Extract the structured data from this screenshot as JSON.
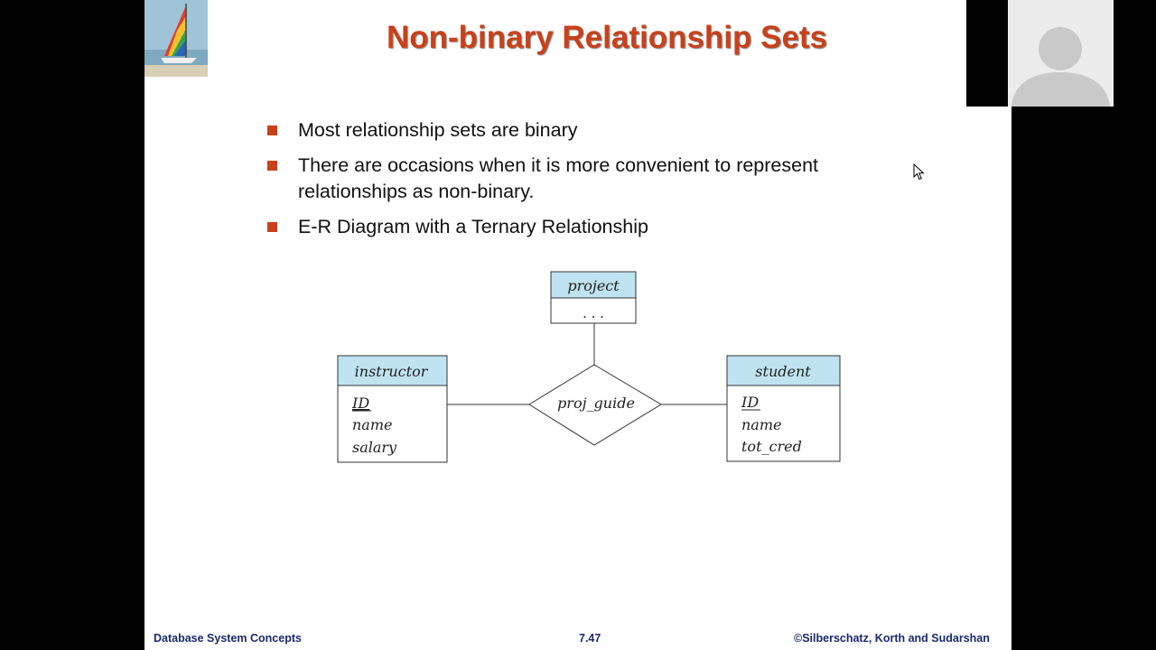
{
  "slide": {
    "title": "Non-binary Relationship Sets",
    "bullets": [
      "Most relationship sets are binary",
      "There are  occasions when it is more convenient to represent relationships as non-binary.",
      "E-R Diagram with a Ternary Relationship"
    ],
    "footer": {
      "left": "Database System Concepts",
      "center": "7.47",
      "right": "©Silberschatz, Korth and Sudarshan"
    }
  },
  "diagram": {
    "entities": {
      "project": {
        "name": "project",
        "attributes": [
          ". . ."
        ]
      },
      "instructor": {
        "name": "instructor",
        "attributes": [
          "ID",
          "name",
          "salary"
        ],
        "key": "ID"
      },
      "student": {
        "name": "student",
        "attributes": [
          "ID",
          "name",
          "tot_cred"
        ],
        "key": "ID"
      }
    },
    "relationship": "proj_guide"
  },
  "colors": {
    "title": "#c8411b",
    "bullet": "#c8411b",
    "entity_header": "#bfe3f0",
    "footer": "#1a2a6c"
  },
  "icons": {
    "logo": "sailboat-logo-icon",
    "participant": "person-avatar-icon",
    "cursor": "mouse-cursor-icon"
  }
}
